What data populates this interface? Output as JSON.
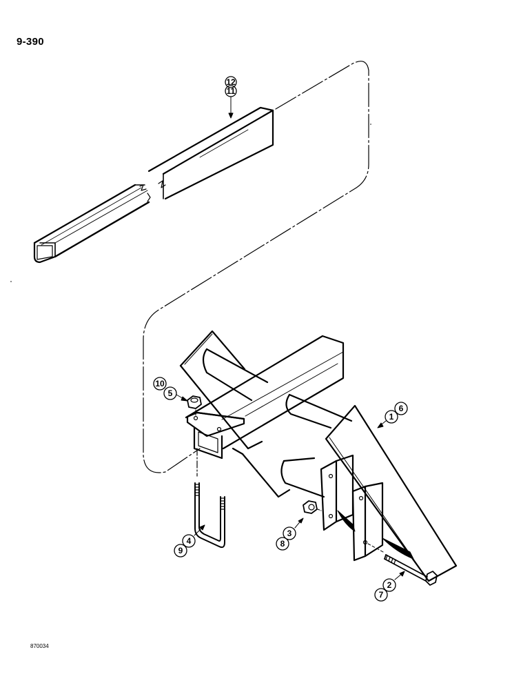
{
  "header": {
    "page_number": "9-390"
  },
  "footer": {
    "drawing_number": "870034"
  },
  "callouts": [
    {
      "id": "callout-12-11",
      "labels": [
        "12",
        "11"
      ],
      "part": "square-tube"
    },
    {
      "id": "callout-10-5",
      "labels": [
        "10",
        "5"
      ],
      "part": "nut-upper"
    },
    {
      "id": "callout-1-6",
      "labels": [
        "1",
        "6"
      ],
      "part": "mounting-bracket"
    },
    {
      "id": "callout-4-9",
      "labels": [
        "4",
        "9"
      ],
      "part": "u-bolt"
    },
    {
      "id": "callout-3-8",
      "labels": [
        "3",
        "8"
      ],
      "part": "nut-lower"
    },
    {
      "id": "callout-2-7",
      "labels": [
        "2",
        "7"
      ],
      "part": "bolt"
    }
  ],
  "colors": {
    "ink": "#000000",
    "paper": "#ffffff"
  }
}
